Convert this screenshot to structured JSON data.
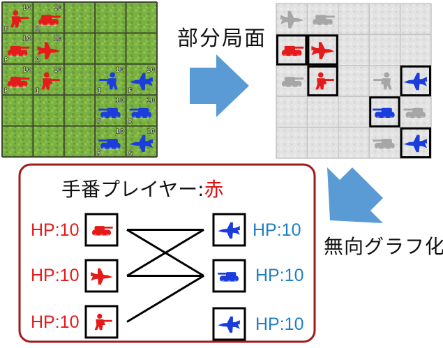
{
  "labels": {
    "partial": "部分局面",
    "graph": "無向グラフ化",
    "turn_prefix": "手番プレイヤー:",
    "turn_player": "赤"
  },
  "board": {
    "cells": [
      {
        "row": 0,
        "col": 0,
        "side": "red",
        "unit": "infantry",
        "hp": "10",
        "letter": "F"
      },
      {
        "row": 0,
        "col": 1,
        "side": "red",
        "unit": "tank",
        "hp": "10",
        "letter": "R"
      },
      {
        "row": 1,
        "col": 0,
        "side": "red",
        "unit": "tank",
        "hp": "10",
        "letter": "P"
      },
      {
        "row": 1,
        "col": 1,
        "side": "red",
        "unit": "fighter",
        "hp": "10",
        "letter": "A"
      },
      {
        "row": 2,
        "col": 0,
        "side": "red",
        "unit": "tank",
        "hp": "10",
        "letter": "P"
      },
      {
        "row": 2,
        "col": 1,
        "side": "red",
        "unit": "infantry",
        "hp": "10",
        "letter": "I"
      },
      {
        "row": 2,
        "col": 3,
        "side": "blue",
        "unit": "infantry",
        "hp": "10",
        "letter": "I"
      },
      {
        "row": 2,
        "col": 4,
        "side": "blue",
        "unit": "fighter",
        "hp": "10",
        "letter": "F"
      },
      {
        "row": 3,
        "col": 3,
        "side": "blue",
        "unit": "tank",
        "hp": "10",
        "letter": "P"
      },
      {
        "row": 3,
        "col": 4,
        "side": "blue",
        "unit": "tank",
        "hp": "10",
        "letter": "R"
      },
      {
        "row": 4,
        "col": 3,
        "side": "blue",
        "unit": "tank",
        "hp": "10",
        "letter": "P"
      },
      {
        "row": 4,
        "col": 4,
        "side": "blue",
        "unit": "fighter",
        "hp": "10",
        "letter": "A"
      }
    ]
  },
  "partial": {
    "cells": [
      {
        "row": 0,
        "col": 0,
        "unit": "fighter",
        "color": "gray",
        "boxed": false
      },
      {
        "row": 0,
        "col": 1,
        "unit": "tank",
        "color": "gray",
        "boxed": false
      },
      {
        "row": 1,
        "col": 0,
        "unit": "tank",
        "color": "red",
        "boxed": true
      },
      {
        "row": 1,
        "col": 1,
        "unit": "fighter",
        "color": "red",
        "boxed": true
      },
      {
        "row": 2,
        "col": 0,
        "unit": "tank",
        "color": "gray",
        "boxed": false
      },
      {
        "row": 2,
        "col": 1,
        "unit": "infantry",
        "color": "red",
        "boxed": true
      },
      {
        "row": 2,
        "col": 3,
        "unit": "infantry",
        "color": "gray",
        "boxed": false
      },
      {
        "row": 2,
        "col": 4,
        "unit": "fighter",
        "color": "blue",
        "boxed": true
      },
      {
        "row": 3,
        "col": 3,
        "unit": "tank",
        "color": "blue",
        "boxed": true
      },
      {
        "row": 3,
        "col": 4,
        "unit": "tank",
        "color": "gray",
        "boxed": false
      },
      {
        "row": 4,
        "col": 3,
        "unit": "tank",
        "color": "gray",
        "boxed": false
      },
      {
        "row": 4,
        "col": 4,
        "unit": "fighter",
        "color": "blue",
        "boxed": true
      }
    ]
  },
  "graph": {
    "left": [
      {
        "unit": "tank",
        "hp": "HP:10"
      },
      {
        "unit": "fighter",
        "hp": "HP:10"
      },
      {
        "unit": "infantry",
        "hp": "HP:10"
      }
    ],
    "right": [
      {
        "unit": "fighter",
        "hp": "HP:10"
      },
      {
        "unit": "tank",
        "hp": "HP:10"
      },
      {
        "unit": "fighter",
        "hp": "HP:10"
      }
    ],
    "edges": [
      [
        0,
        0
      ],
      [
        0,
        1
      ],
      [
        1,
        0
      ],
      [
        1,
        1
      ],
      [
        2,
        1
      ]
    ]
  },
  "colors": {
    "red": "#e51a1a",
    "blue": "#1a3ddb",
    "gray": "#a6a6a6",
    "grass": "#79b040",
    "panel_border": "#a01818",
    "arrow": "#5b9bd5"
  }
}
